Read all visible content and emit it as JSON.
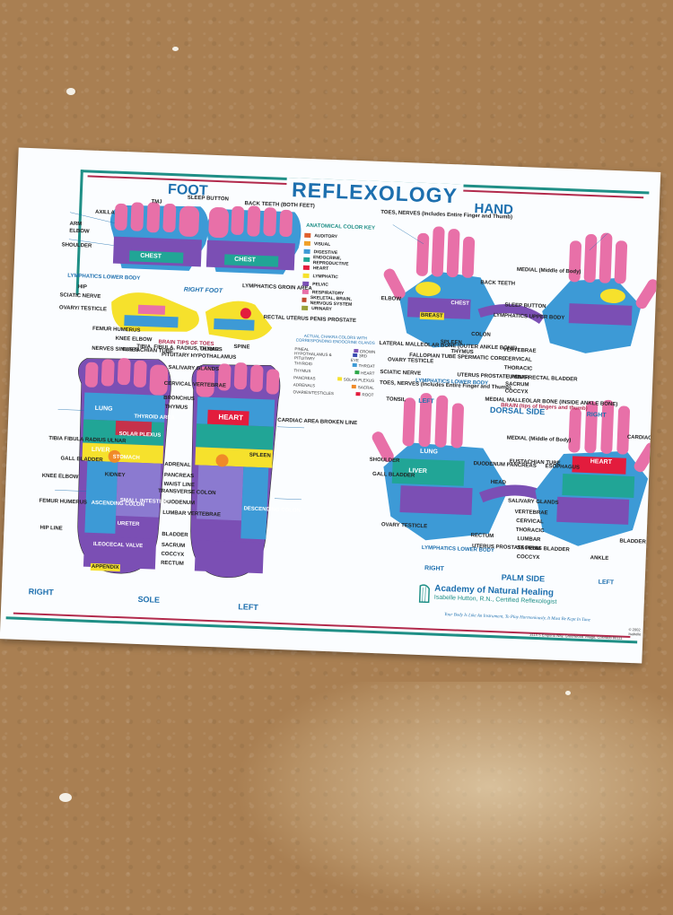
{
  "poster": {
    "title": "REFLEXOLOGY",
    "foot_heading": "FOOT",
    "hand_heading": "HAND",
    "color_key": {
      "title": "ANATOMICAL COLOR KEY",
      "items": [
        {
          "label": "AUDITORY",
          "color": "#e0602e"
        },
        {
          "label": "VISUAL",
          "color": "#f0a028"
        },
        {
          "label": "DIGESTIVE",
          "color": "#3d9ad6"
        },
        {
          "label": "ENDOCRINE, REPRODUCTIVE",
          "color": "#21a596"
        },
        {
          "label": "HEART",
          "color": "#e31c3d"
        },
        {
          "label": "LYMPHATIC",
          "color": "#f6e12c"
        },
        {
          "label": "PELVIC",
          "color": "#7b4fb4"
        },
        {
          "label": "RESPIRATORY",
          "color": "#e870a8"
        },
        {
          "label": "SKELETAL, BRAIN, NERVOUS SYSTEM",
          "color": "#c24a2d"
        },
        {
          "label": "URINARY",
          "color": "#9aa03a"
        }
      ]
    },
    "chakra_key": {
      "title": "ACTUAL CHAKRA COLORS WITH CORRESPONDING ENDOCRINE GLANDS",
      "rows": [
        {
          "gland": "PINEAL",
          "chakra": "CROWN",
          "color": "#7b4fb4"
        },
        {
          "gland": "HYPOTHALAMUS & PITUITARY",
          "chakra": "3RD EYE",
          "color": "#3a4bb0"
        },
        {
          "gland": "THYROID",
          "chakra": "THROAT",
          "color": "#3d9ad6"
        },
        {
          "gland": "THYMUS",
          "chakra": "HEART",
          "color": "#2fa84a"
        },
        {
          "gland": "PANCREAS",
          "chakra": "SOLAR PLEXUS",
          "color": "#f6e12c"
        },
        {
          "gland": "ADRENALS",
          "chakra": "SACRAL",
          "color": "#f08a28"
        },
        {
          "gland": "OVARIES/TESTICLES",
          "chakra": "ROOT",
          "color": "#e31c3d"
        }
      ]
    },
    "foot_top_labels": [
      "AXILLA",
      "ARM",
      "ELBOW",
      "SHOULDER",
      "TMJ",
      "SLEEP BUTTON",
      "BACK TEETH (BOTH FEET)",
      "CHEST",
      "LYMPHATICS LOWER BODY",
      "SCIATIC NERVE",
      "OVARY/ TESTICLE",
      "HIP",
      "FEMUR HUMERUS",
      "KNEE ELBOW",
      "TIBIA, FIBULA, RADIUS, ULNAR",
      "RIGHT FOOT",
      "LYMPHATICS GROIN AREA",
      "RECTAL UTERUS PENIS PROSTATE",
      "SPINE",
      "THYMUS"
    ],
    "foot_sole_labels": [
      "NERVES SINUSES",
      "EUSTACHIAN TUBE",
      "PITUITARY HYPOTHALAMUS",
      "SALIVARY GLANDS",
      "BRAIN TIPS OF TOES",
      "CERVICAL VERTEBRAE",
      "BRONCHUS",
      "THYMUS",
      "CARDIAC AREA BROKEN LINE",
      "TIBIA FIBULA RADIUS ULNAR",
      "KNEE ELBOW",
      "FEMUR HUMERUS",
      "HIP LINE",
      "ADRENAL",
      "PANCREAS",
      "WAIST LINE",
      "TRANSVERSE COLON",
      "DUODENUM",
      "LUMBAR VERTEBRAE",
      "BLADDER",
      "SACRUM",
      "COCCYX",
      "RECTUM",
      "APPENDIX",
      "LUNG",
      "LIVER",
      "SOLAR PLEXUS",
      "THYROID AREA",
      "HEART",
      "STOMACH",
      "SPLEEN",
      "SMALL INTESTINE",
      "URETER",
      "ASCENDING COLON",
      "DESCENDING COLON",
      "ILEOCECAL VALVE",
      "GALL BLADDER",
      "KIDNEY"
    ],
    "foot_bottom": {
      "right": "RIGHT",
      "sole": "SOLE",
      "left": "LEFT"
    },
    "hand_top_labels": [
      "TOES, NERVES (Includes Entire Finger and Thumb)",
      "MEDIAL (Middle of Body)",
      "BACK TEETH",
      "SLEEP BUTTON",
      "ELBOW",
      "BREAST",
      "CHEST",
      "LYMPHATICS UPPER BODY",
      "SPLEEN",
      "THYMUS",
      "COLON",
      "FALLOPIAN TUBE SPERMATIC CORD",
      "VERTEBRAE",
      "CERVICAL",
      "THORACIC",
      "LUMBAR",
      "SACRUM",
      "COCCYX",
      "MEDIAL MALLEOLAR BONE (INSIDE ANKLE BONE)",
      "LATERAL MALLEOLAR BONE (OUTER ANKLE BONE)",
      "OVARY TESTICLE",
      "SCIATIC NERVE",
      "LYMPHATICS LOWER BODY",
      "UTERUS PROSTATE PENIS RECTAL BLADDER",
      "LEFT",
      "DORSAL SIDE",
      "RIGHT"
    ],
    "hand_palm_labels": [
      "TOES, NERVES (Includes Entire Finger and Thumb)",
      "BRAIN (tips of fingers and thumb)",
      "MEDIAL (Middle of Body)",
      "TONSIL",
      "CARDIAC AREA BROKEN LINE",
      "SHOULDER",
      "GALL BLADDER",
      "LIVER",
      "LUNG",
      "HEART",
      "DUODENUM PANCREAS",
      "EUSTACHIAN TUBE",
      "ESOPHAGUS",
      "HEAD",
      "SALIVARY GLANDS",
      "VERTEBRAE",
      "CERVICAL",
      "THORACIC",
      "LUMBAR",
      "SACRUM",
      "COCCYX",
      "RECTUM",
      "UTERUS PROSTATE PENIS BLADDER",
      "LYMPHATICS LOWER BODY",
      "OVARY TESTICLE",
      "BLADDER",
      "ANKLE",
      "RIGHT",
      "PALM SIDE",
      "LEFT"
    ],
    "academy": {
      "name": "Academy of Natural Healing",
      "author": "Isabelle Hutton, R.N., Certified Reflexologist",
      "tagline": "Your Body Is Like An Instrument, To Play Harmoniously, It Must Be Kept In Tune",
      "address": "3114 S Emporia Way, Greenwood Village, Colorado 80111",
      "copyright": "© 2002 Isabelle"
    }
  }
}
